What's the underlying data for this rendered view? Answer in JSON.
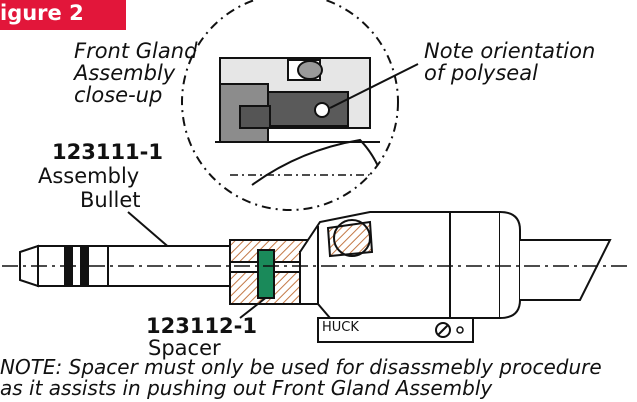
{
  "figure_label": "igure 2",
  "labels": {
    "closeup": [
      "Front Gland",
      "Assembly",
      "close-up"
    ],
    "orientation": [
      "Note orientation",
      "of polyseal"
    ],
    "bullet_part": "123111-1",
    "bullet_name": [
      "Assembly",
      "Bullet"
    ],
    "spacer_part": "123112-1",
    "spacer_name": "Spacer",
    "plate_text": "HUCK"
  },
  "note": [
    "NOTE: Spacer must only be used for disassmebly procedure",
    "as it assists in pushing out Front Gland Assembly"
  ],
  "colors": {
    "badge": "#e2163a",
    "spacer": "#1a8a5a",
    "housing_hatch": "#c47a48",
    "line": "#111111"
  }
}
